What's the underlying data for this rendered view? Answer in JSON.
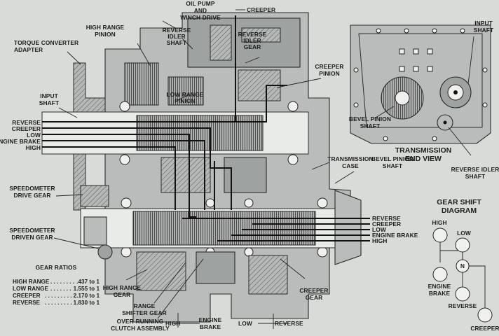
{
  "labels": {
    "oil_pump": "OIL PUMP",
    "and": "AND",
    "winch_drive": "WINCH DRIVE",
    "creeper_top": "CREEPER",
    "high_range_pinion_1": "HIGH RANGE",
    "high_range_pinion_2": "PINION",
    "reverse_idler_shaft_1": "REVERSE",
    "reverse_idler_shaft_2": "IDLER",
    "reverse_idler_shaft_3": "SHAFT",
    "reverse_idler_gear_1": "REVERSE",
    "reverse_idler_gear_2": "IDLER",
    "reverse_idler_gear_3": "GEAR",
    "torque_converter_1": "TORQUE CONVERTER",
    "torque_converter_2": "ADAPTER",
    "creeper_pinion_1": "CREEPER",
    "creeper_pinion_2": "PINION",
    "low_range_pinion_1": "LOW RANGE",
    "low_range_pinion_2": "PINION",
    "input_shaft_1": "INPUT",
    "input_shaft_2": "SHAFT",
    "transmission_case_1": "TRANSMISSION",
    "transmission_case_2": "CASE",
    "bevel_pinion_shaft_1": "BEVEL PINION",
    "bevel_pinion_shaft_2": "SHAFT",
    "speedometer_drive_1": "SPEEDOMETER",
    "speedometer_drive_2": "DRIVE GEAR",
    "speedometer_driven_1": "SPEEDOMETER",
    "speedometer_driven_2": "DRIVEN GEAR",
    "high_range_gear_1": "HIGH RANGE",
    "high_range_gear_2": "GEAR",
    "range_shifter_1": "RANGE",
    "range_shifter_2": "SHIFTER GEAR",
    "overrunning_1": "OVER-RUNNING",
    "overrunning_2": "CLUTCH ASSEMBLY",
    "creeper_gear_1": "CREEPER",
    "creeper_gear_2": "GEAR",
    "engine_bottom_1": "ENGINE",
    "engine_bottom_2": "BRAKE",
    "high_bottom": "HIGH",
    "low_bottom": "LOW",
    "reverse_bottom": "REVERSE",
    "end_input_1": "INPUT",
    "end_input_2": "SHAFT",
    "end_bevel_1": "BEVEL PINION",
    "end_bevel_2": "SHAFT",
    "end_reverse_idler_1": "REVERSE IDLER",
    "end_reverse_idler_2": "SHAFT",
    "end_view_title_1": "TRANSMISSION",
    "end_view_title_2": "END VIEW"
  },
  "input_paths": [
    "REVERSE",
    "CREEPER",
    "LOW",
    "ENGINE BRAKE",
    "HIGH"
  ],
  "output_paths": [
    "REVERSE",
    "CREEPER",
    "LOW",
    "ENGINE BRAKE",
    "HIGH"
  ],
  "gear_ratios": {
    "title": "GEAR RATIOS",
    "rows": [
      {
        "name": "HIGH RANGE",
        "dots": ". . . . . . . .",
        "value": ".437 to 1"
      },
      {
        "name": "LOW RANGE",
        "dots": ". . . . . . .",
        "value": "1.555 to 1"
      },
      {
        "name": "CREEPER",
        "dots": ". . . . . . . . .",
        "value": "2.170 to 1"
      },
      {
        "name": "REVERSE",
        "dots": ". . . . . . . . .",
        "value": "1.830 to 1"
      }
    ]
  },
  "gear_shift": {
    "title_1": "GEAR SHIFT",
    "title_2": "DIAGRAM",
    "high": "HIGH",
    "low": "LOW",
    "neutral": "N",
    "engine_1": "ENGINE",
    "engine_2": "BRAKE",
    "reverse": "REVERSE",
    "creeper": "CREEPER"
  }
}
